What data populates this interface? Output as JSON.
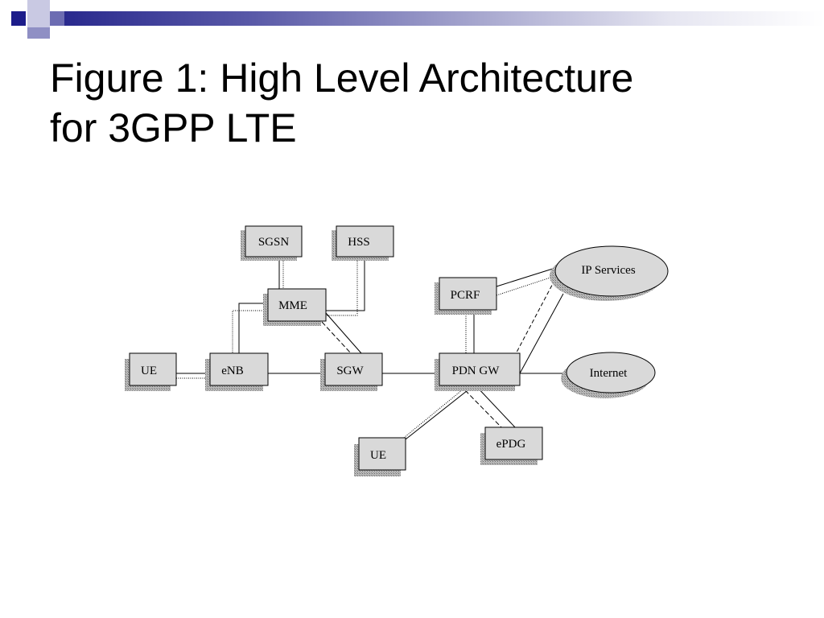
{
  "slide": {
    "title_line1": "Figure 1: High Level Architecture",
    "title_line2": "for 3GPP LTE"
  },
  "diagram": {
    "nodes": {
      "sgsn": "SGSN",
      "hss": "HSS",
      "mme": "MME",
      "pcrf": "PCRF",
      "ip_services": "IP Services",
      "ue_left": "UE",
      "enb": "eNB",
      "sgw": "SGW",
      "pdn_gw": "PDN GW",
      "internet": "Internet",
      "ue_bottom": "UE",
      "epdg": "ePDG"
    }
  },
  "colors": {
    "node_fill": "#d9d9d9",
    "shadow": "#8c8c8c",
    "band_dark": "#2a2a8e"
  }
}
